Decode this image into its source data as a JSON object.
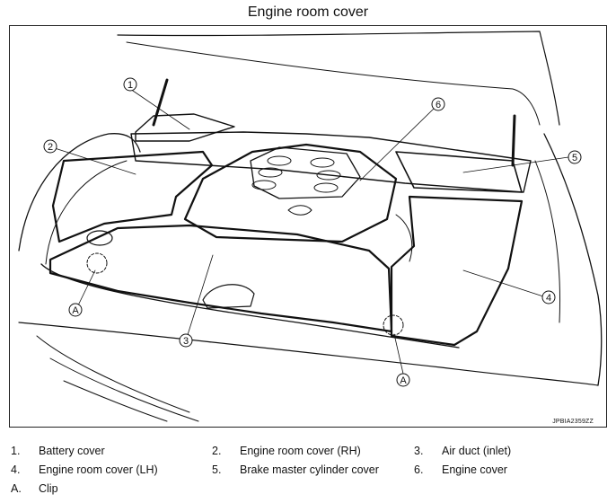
{
  "title": "Engine room cover",
  "figure_id": "JPBIA2359ZZ",
  "callouts": [
    "1",
    "2",
    "3",
    "4",
    "5",
    "6",
    "A"
  ],
  "legend": [
    {
      "num": "1.",
      "text": "Battery cover"
    },
    {
      "num": "2.",
      "text": "Engine room cover (RH)"
    },
    {
      "num": "3.",
      "text": "Air duct (inlet)"
    },
    {
      "num": "4.",
      "text": "Engine room cover (LH)"
    },
    {
      "num": "5.",
      "text": "Brake master cylinder cover"
    },
    {
      "num": "6.",
      "text": "Engine cover"
    },
    {
      "num": "A.",
      "text": "Clip"
    }
  ]
}
